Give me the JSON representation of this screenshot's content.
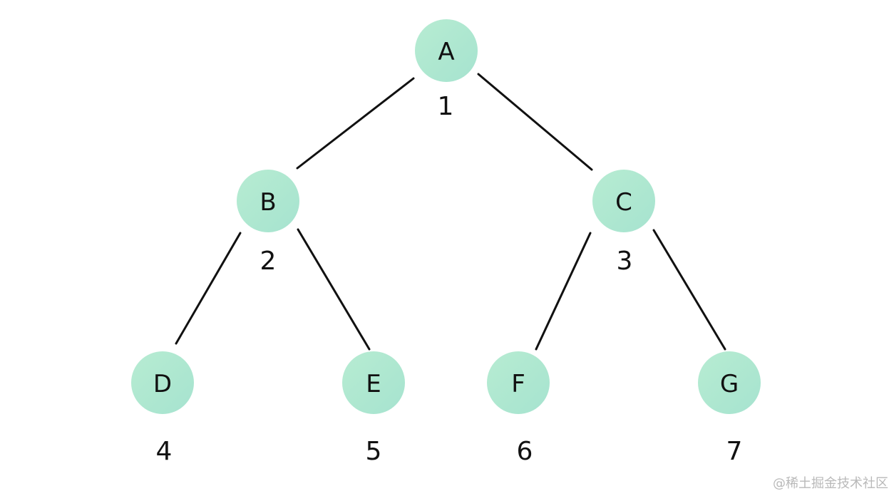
{
  "diagram": {
    "colors": {
      "node_fill_start": "#b7ecd2",
      "node_fill_end": "#a6e3cf",
      "edge": "#111111",
      "text": "#111111"
    },
    "nodes": [
      {
        "id": "A",
        "label": "A",
        "index": "1"
      },
      {
        "id": "B",
        "label": "B",
        "index": "2"
      },
      {
        "id": "C",
        "label": "C",
        "index": "3"
      },
      {
        "id": "D",
        "label": "D",
        "index": "4"
      },
      {
        "id": "E",
        "label": "E",
        "index": "5"
      },
      {
        "id": "F",
        "label": "F",
        "index": "6"
      },
      {
        "id": "G",
        "label": "G",
        "index": "7"
      }
    ],
    "edges": [
      {
        "from": "A",
        "to": "B"
      },
      {
        "from": "A",
        "to": "C"
      },
      {
        "from": "B",
        "to": "D"
      },
      {
        "from": "B",
        "to": "E"
      },
      {
        "from": "C",
        "to": "F"
      },
      {
        "from": "C",
        "to": "G"
      }
    ]
  },
  "watermark": "@稀土掘金技术社区"
}
